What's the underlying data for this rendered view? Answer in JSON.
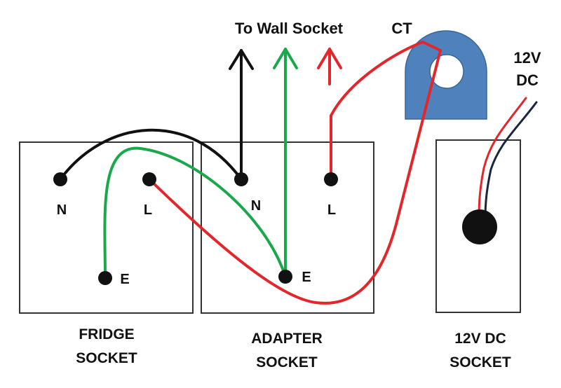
{
  "header": {
    "to_wall_socket": "To Wall Socket",
    "ct": "CT",
    "supply_line1": "12V",
    "supply_line2": "DC"
  },
  "fridge_socket": {
    "caption_line1": "FRIDGE",
    "caption_line2": "SOCKET",
    "terminal_n": "N",
    "terminal_l": "L",
    "terminal_e": "E"
  },
  "adapter_socket": {
    "caption_line1": "ADAPTER",
    "caption_line2": "SOCKET",
    "terminal_n": "N",
    "terminal_l": "L",
    "terminal_e": "E"
  },
  "dc_socket": {
    "caption_line1": "12V DC",
    "caption_line2": "SOCKET"
  },
  "colors": {
    "neutral_wire": "#111111",
    "earth_wire": "#1aa84a",
    "live_wire": "#e3262b",
    "dc_negative_wire": "#1a2640",
    "ct_body": "#4f81bd",
    "ct_border": "#3a6595",
    "socket_border": "#333333"
  }
}
